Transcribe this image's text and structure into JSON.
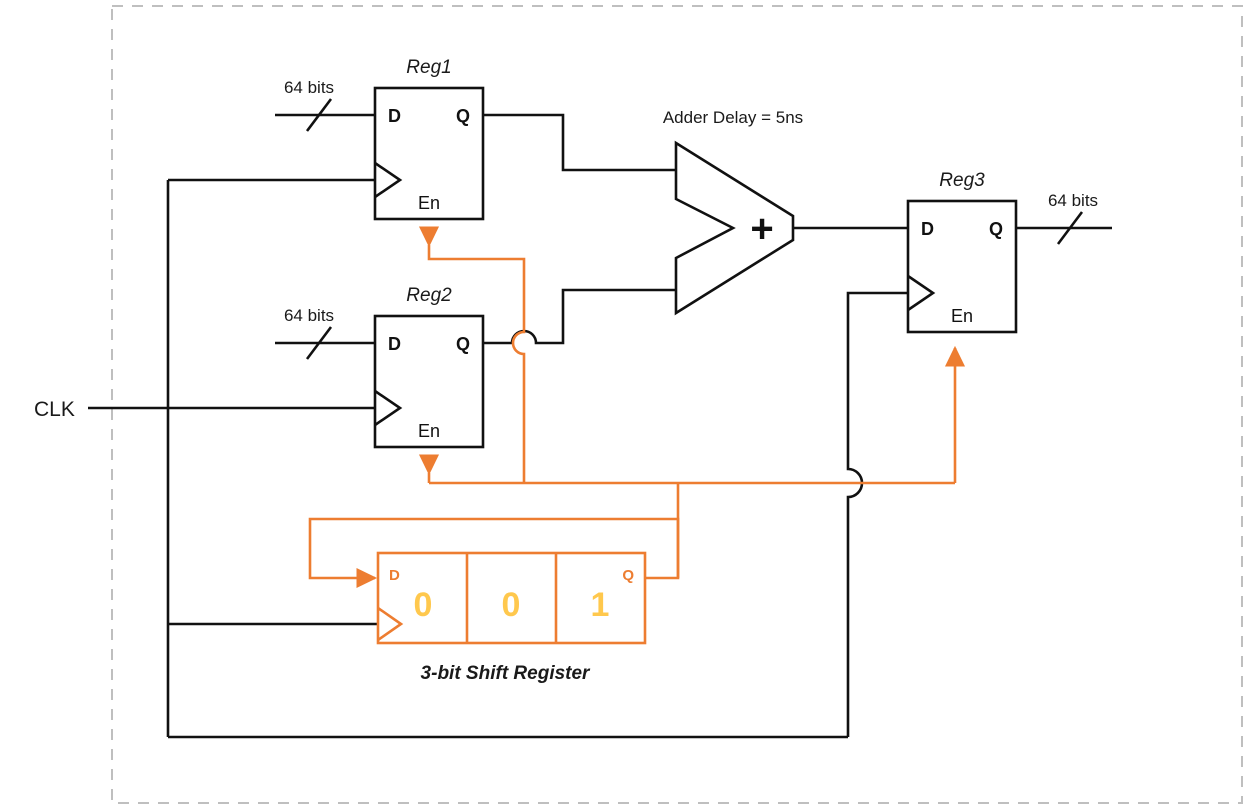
{
  "diagram": {
    "title_hidden": "",
    "clk_label": "CLK",
    "adder_note": "Adder Delay = 5ns",
    "adder_symbol": "+",
    "shift_register_title": "3-bit Shift Register",
    "colors": {
      "wire_black": "#111111",
      "wire_orange": "#ED7D31",
      "digit_yellow": "#FFC84D",
      "frame_gray": "#BFBFBF"
    },
    "registers": [
      {
        "name": "Reg1",
        "d_label": "D",
        "q_label": "Q",
        "en_label": "En",
        "input_width_label": "64 bits"
      },
      {
        "name": "Reg2",
        "d_label": "D",
        "q_label": "Q",
        "en_label": "En",
        "input_width_label": "64 bits"
      },
      {
        "name": "Reg3",
        "d_label": "D",
        "q_label": "Q",
        "en_label": "En",
        "output_width_label": "64 bits"
      }
    ],
    "shift_register": {
      "d_label": "D",
      "q_label": "Q",
      "cells": [
        "0",
        "0",
        "1"
      ]
    }
  }
}
